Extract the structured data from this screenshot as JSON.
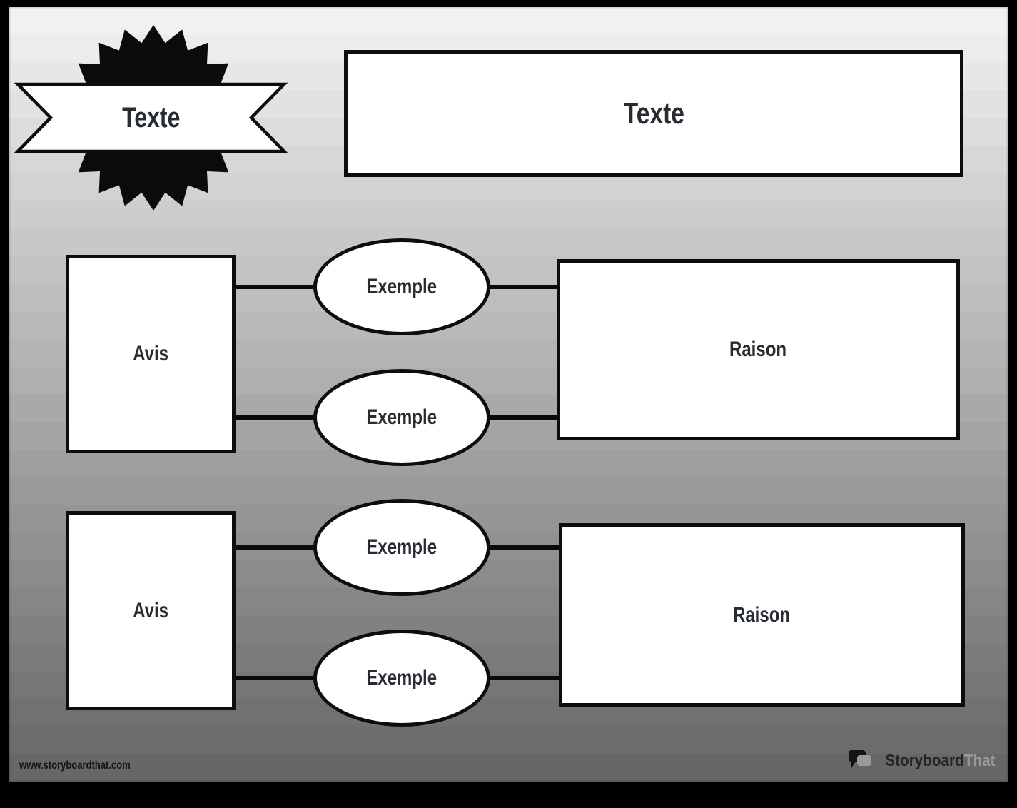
{
  "badge": {
    "label": "Texte"
  },
  "title_box": {
    "text": "Texte"
  },
  "rows": [
    {
      "opinion": "Avis",
      "examples": [
        "Exemple",
        "Exemple"
      ],
      "reason": "Raison"
    },
    {
      "opinion": "Avis",
      "examples": [
        "Exemple",
        "Exemple"
      ],
      "reason": "Raison"
    }
  ],
  "footer": {
    "website": "www.storyboardthat.com",
    "logo": {
      "primary": "Storyboard",
      "secondary": "That"
    }
  },
  "colors": {
    "ink": "#272c33",
    "stroke": "#0d0d0d",
    "frame": "#000000",
    "background_top": "#f2f1f1",
    "background_bottom": "#676767",
    "logo_gray": "#9a9a9a"
  }
}
